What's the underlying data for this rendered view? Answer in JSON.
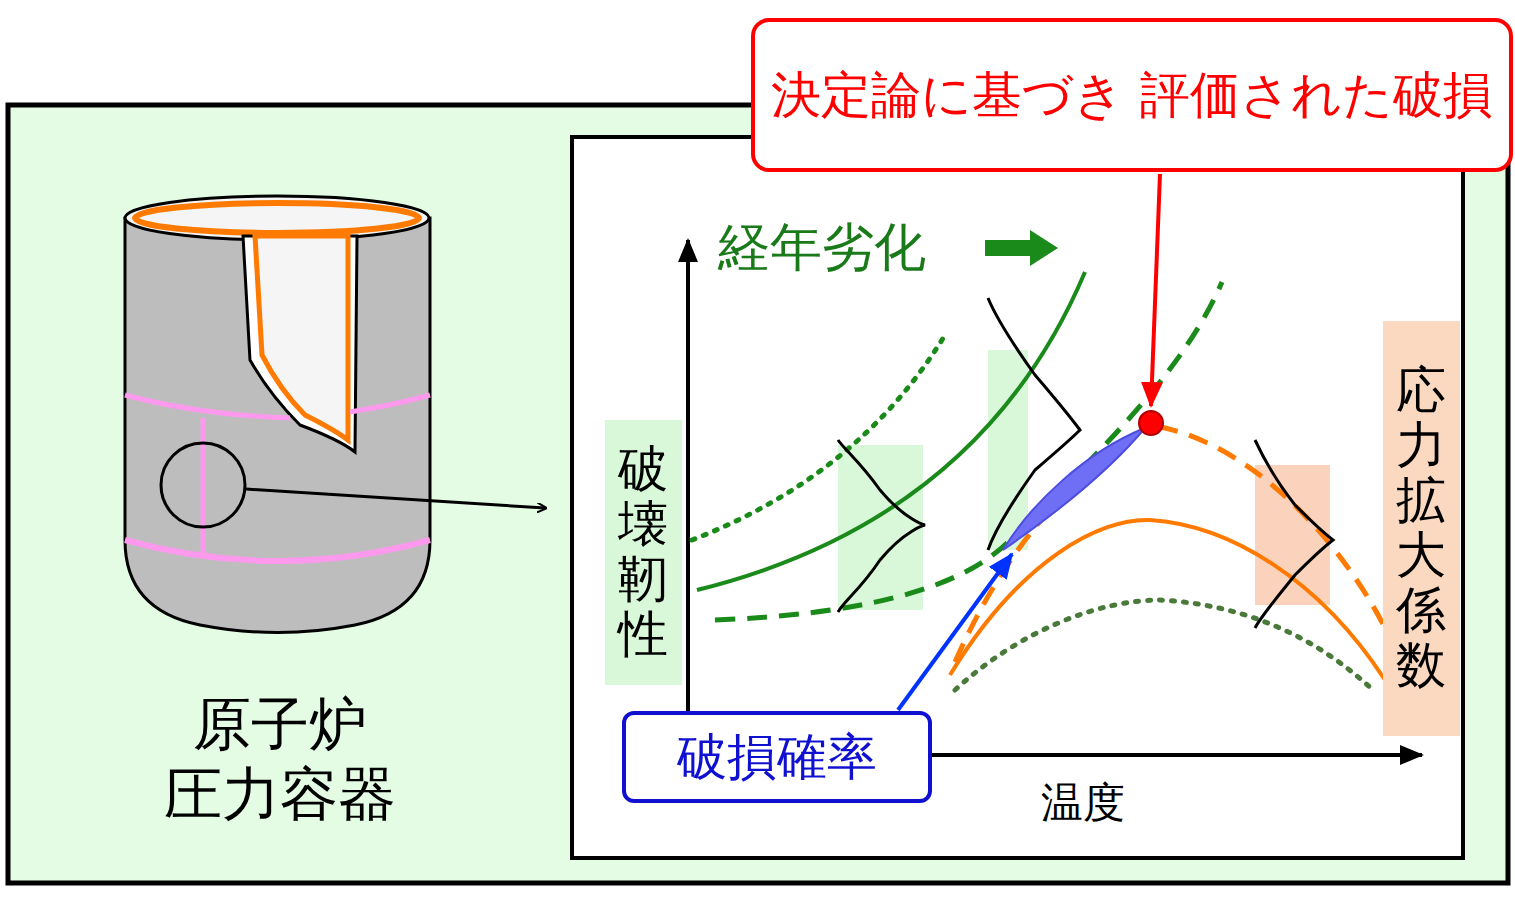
{
  "diagram": {
    "nodes": [
      {
        "text": [
          "決定論に基づき 評価された破損"
        ]
      },
      {
        "text": [
          "破壊靭性"
        ]
      },
      {
        "text": [
          "応力拡大係数"
        ]
      },
      {
        "text": [
          "破損確率"
        ]
      }
    ],
    "labels": [
      "経年劣化",
      "温度",
      "原子炉 圧力容器"
    ]
  }
}
